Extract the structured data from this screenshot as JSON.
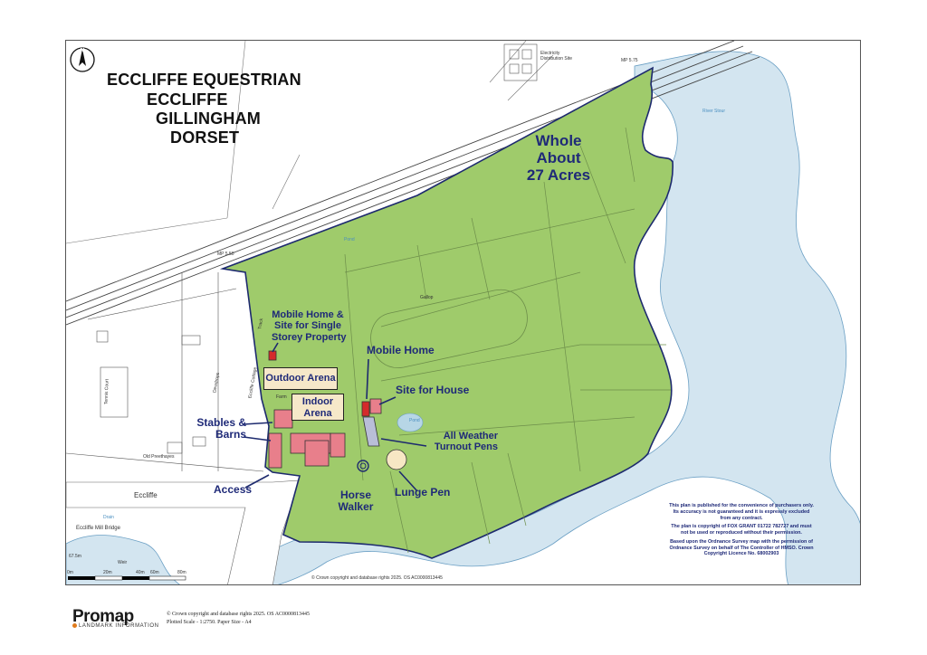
{
  "map": {
    "title_lines": [
      "ECCLIFFE EQUESTRIAN",
      "ECCLIFFE",
      "GILLINGHAM",
      "DORSET"
    ],
    "area_label": [
      "Whole",
      "About",
      "27 Acres"
    ],
    "compass_letter": "N",
    "compass_icon": "north-arrow-icon",
    "colors": {
      "land": "#9fcb6b",
      "label_text": "#1f2a78",
      "arena_fill": "#f6e8c9",
      "building_red": "#e87f8b",
      "mobile_home_red": "#d42b2b",
      "turnout_grey": "#b9bed8",
      "lunge_pen": "#f7e7c4",
      "river": "#c6dbe9"
    },
    "annotations": {
      "mobile_home_site": [
        "Mobile Home &",
        "Site for Single",
        "Storey Property"
      ],
      "outdoor_arena": "Outdoor Arena",
      "indoor_arena": [
        "Indoor",
        "Arena"
      ],
      "mobile_home": "Mobile Home",
      "site_for_house": "Site for House",
      "stables_barns": [
        "Stables &",
        "Barns"
      ],
      "all_weather": [
        "All Weather",
        "Turnout Pens"
      ],
      "access": "Access",
      "horse_walker": [
        "Horse",
        "Walker"
      ],
      "lunge_pen": "Lunge Pen"
    },
    "base_labels": {
      "electricity": [
        "Electricity",
        "Distribution Site"
      ],
      "river_stour": "River Stour",
      "pond_north": "Pond",
      "pond_south": "Pond",
      "gallop": "Gallop",
      "farm": "Farm",
      "tennis_court": "Tennis Court",
      "old_preethayes": "Old Preethayes",
      "eccliffe_village": "Eccliffe",
      "eccliffe_mill_bridge": "Eccliffe Mill Bridge",
      "drain": "Drain",
      "spot_height": "67.5m",
      "weir": "Weir",
      "mp": "MP 5.75",
      "mp2": "MP 5.50",
      "track": "Track",
      "eccliffe_cottage": "Eccliffe Cottage",
      "dewdrops": "Dewdrops"
    },
    "scale_bar": [
      "0m",
      "20m",
      "40m",
      "60m",
      "80m"
    ],
    "copyright_small": "© Crown copyright and database rights 2025. OS AC0000813445"
  },
  "disclaimer": [
    "This plan is published for the convenience of purchasers only. Its accuracy is not guaranteed and it is expressly excluded from any contract.",
    "The plan is copyright of FOX GRANT 01722 782727 and must not be used or reproduced without their permission.",
    "Based upon the Ordnance Survey map with the permission of Ordnance Survey on behalf of The Controller of HMSO. Crown Copyright Licence No. 68002903"
  ],
  "footer": {
    "logo": "Promap",
    "logo_sub": "LANDMARK INFORMATION",
    "copyright": "© Crown copyright and database rights 2025. OS AC0000813445",
    "plotted_scale": "Plotted Scale - 1:2750. Paper Size - A4"
  }
}
